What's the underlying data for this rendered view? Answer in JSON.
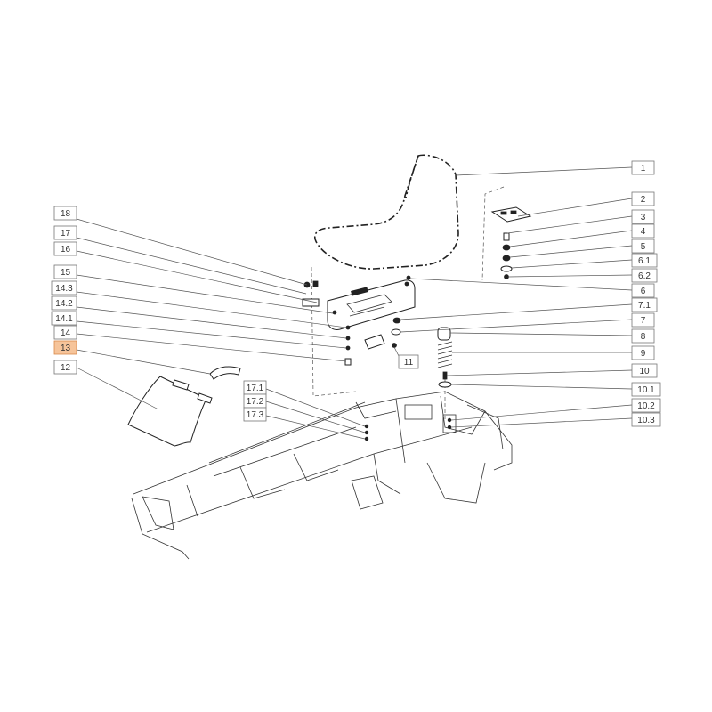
{
  "diagram": {
    "highlight_color": "#f6c49a",
    "callouts": [
      {
        "id": "c1",
        "label": "1"
      },
      {
        "id": "c2",
        "label": "2"
      },
      {
        "id": "c3",
        "label": "3"
      },
      {
        "id": "c4",
        "label": "4"
      },
      {
        "id": "c5",
        "label": "5"
      },
      {
        "id": "c6-1",
        "label": "6.1"
      },
      {
        "id": "c6-2",
        "label": "6.2"
      },
      {
        "id": "c6",
        "label": "6"
      },
      {
        "id": "c7-1",
        "label": "7.1"
      },
      {
        "id": "c7",
        "label": "7"
      },
      {
        "id": "c8",
        "label": "8"
      },
      {
        "id": "c9",
        "label": "9"
      },
      {
        "id": "c10",
        "label": "10"
      },
      {
        "id": "c10-1",
        "label": "10.1"
      },
      {
        "id": "c10-2",
        "label": "10.2"
      },
      {
        "id": "c10-3",
        "label": "10.3"
      },
      {
        "id": "c11",
        "label": "11"
      },
      {
        "id": "c12",
        "label": "12"
      },
      {
        "id": "c13",
        "label": "13",
        "highlighted": true
      },
      {
        "id": "c14",
        "label": "14"
      },
      {
        "id": "c14-1",
        "label": "14.1"
      },
      {
        "id": "c14-2",
        "label": "14.2"
      },
      {
        "id": "c14-3",
        "label": "14.3"
      },
      {
        "id": "c15",
        "label": "15"
      },
      {
        "id": "c16",
        "label": "16"
      },
      {
        "id": "c17",
        "label": "17"
      },
      {
        "id": "c18",
        "label": "18"
      },
      {
        "id": "c17-1",
        "label": "17.1"
      },
      {
        "id": "c17-2",
        "label": "17.2"
      },
      {
        "id": "c17-3",
        "label": "17.3"
      }
    ]
  }
}
